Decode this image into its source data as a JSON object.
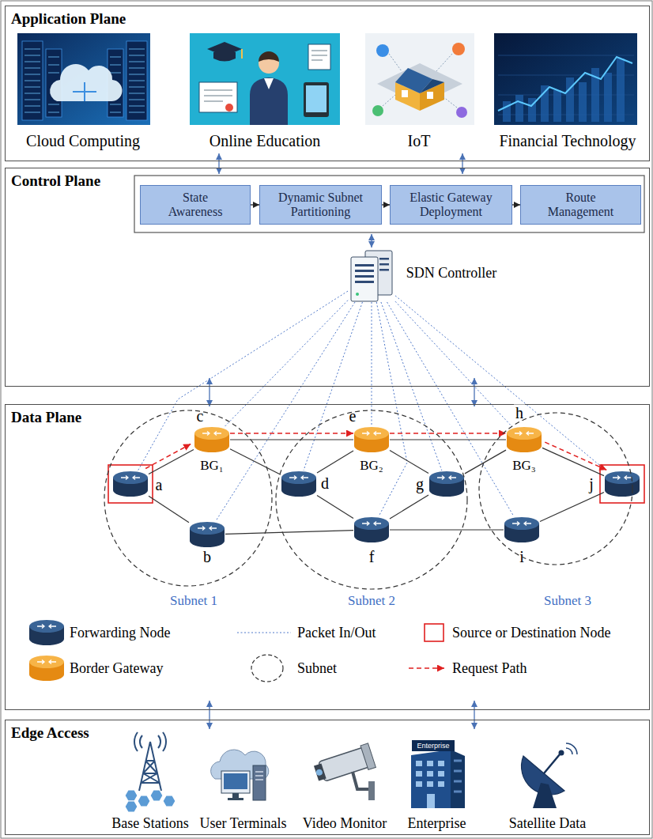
{
  "diagram": {
    "nodes": [
      {
        "text": [
          "Application Plane"
        ]
      },
      {
        "text": [
          "Cloud Computing"
        ],
        "in": 0
      },
      {
        "text": [
          "Online Education"
        ],
        "in": 0
      },
      {
        "text": [
          "IoT"
        ],
        "in": 0
      },
      {
        "text": [
          "Financial Technology"
        ],
        "in": 0
      },
      {
        "text": [
          "Control Plane"
        ]
      },
      {
        "text": [
          "State Awareness"
        ],
        "in": 5
      },
      {
        "text": [
          "Dynamic Subnet Partitioning"
        ],
        "in": 5
      },
      {
        "text": [
          "Elastic Gateway Deployment"
        ],
        "in": 5
      },
      {
        "text": [
          "Route Management"
        ],
        "in": 5
      },
      {
        "text": [
          "SDN Controller"
        ],
        "in": 5
      },
      {
        "text": [
          "Data Plane"
        ]
      },
      {
        "text": [
          "Subnet 1"
        ],
        "in": 11
      },
      {
        "text": [
          "a"
        ],
        "in": 12
      },
      {
        "text": [
          "b"
        ],
        "in": 12
      },
      {
        "text": [
          "c",
          "BG₁"
        ],
        "in": 12
      },
      {
        "text": [
          "Subnet 2"
        ],
        "in": 11
      },
      {
        "text": [
          "d"
        ],
        "in": 16
      },
      {
        "text": [
          "e",
          "BG₂"
        ],
        "in": 16
      },
      {
        "text": [
          "f"
        ],
        "in": 16
      },
      {
        "text": [
          "g"
        ],
        "in": 16
      },
      {
        "text": [
          "Subnet 3"
        ],
        "in": 11
      },
      {
        "text": [
          "h",
          "BG₃"
        ],
        "in": 21
      },
      {
        "text": [
          "i"
        ],
        "in": 21
      },
      {
        "text": [
          "j"
        ],
        "in": 21
      },
      {
        "text": [
          "Edge Access"
        ]
      },
      {
        "text": [
          "Base Stations"
        ],
        "in": 25
      },
      {
        "text": [
          "User Terminals"
        ],
        "in": 25
      },
      {
        "text": [
          "Video Monitor"
        ],
        "in": 25
      },
      {
        "text": [
          "Enterprise"
        ],
        "in": 25
      },
      {
        "text": [
          "Satellite Data"
        ],
        "in": 25
      }
    ],
    "edges": [
      {
        "from": 6,
        "to": 7,
        "arrow": "to"
      },
      {
        "from": 7,
        "to": 8,
        "arrow": "to"
      },
      {
        "from": 8,
        "to": 9,
        "arrow": "to"
      },
      {
        "from": 10,
        "to": 13,
        "arrow": "none"
      },
      {
        "from": 10,
        "to": 14,
        "arrow": "none"
      },
      {
        "from": 10,
        "to": 15,
        "arrow": "none"
      },
      {
        "from": 10,
        "to": 17,
        "arrow": "none"
      },
      {
        "from": 10,
        "to": 18,
        "arrow": "none"
      },
      {
        "from": 10,
        "to": 19,
        "arrow": "none"
      },
      {
        "from": 10,
        "to": 20,
        "arrow": "none"
      },
      {
        "from": 10,
        "to": 22,
        "arrow": "none"
      },
      {
        "from": 10,
        "to": 23,
        "arrow": "none"
      },
      {
        "from": 10,
        "to": 24,
        "arrow": "none"
      },
      {
        "from": 13,
        "to": 15,
        "arrow": "none"
      },
      {
        "from": 13,
        "to": 14,
        "arrow": "none"
      },
      {
        "from": 15,
        "to": 18,
        "arrow": "none"
      },
      {
        "from": 15,
        "to": 17,
        "arrow": "none"
      },
      {
        "from": 14,
        "to": 19,
        "arrow": "none"
      },
      {
        "from": 17,
        "to": 18,
        "arrow": "none"
      },
      {
        "from": 17,
        "to": 19,
        "arrow": "none"
      },
      {
        "from": 18,
        "to": 20,
        "arrow": "none"
      },
      {
        "from": 19,
        "to": 20,
        "arrow": "none"
      },
      {
        "from": 18,
        "to": 22,
        "arrow": "none"
      },
      {
        "from": 20,
        "to": 22,
        "arrow": "none"
      },
      {
        "from": 19,
        "to": 23,
        "arrow": "none"
      },
      {
        "from": 22,
        "to": 24,
        "arrow": "none"
      },
      {
        "from": 23,
        "to": 24,
        "arrow": "none"
      },
      {
        "from": 13,
        "to": 15,
        "arrow": "to"
      },
      {
        "from": 15,
        "to": 18,
        "arrow": "to"
      },
      {
        "from": 18,
        "to": 22,
        "arrow": "to"
      },
      {
        "from": 22,
        "to": 24,
        "arrow": "to"
      }
    ],
    "labels": [
      "Enterprise"
    ],
    "legend": [
      {
        "text": "Forwarding Node"
      },
      {
        "text": "Packet In/Out"
      },
      {
        "text": "Source or Destination Node"
      },
      {
        "text": "Border Gateway"
      },
      {
        "text": "Subnet"
      },
      {
        "text": "Request Path"
      }
    ]
  }
}
